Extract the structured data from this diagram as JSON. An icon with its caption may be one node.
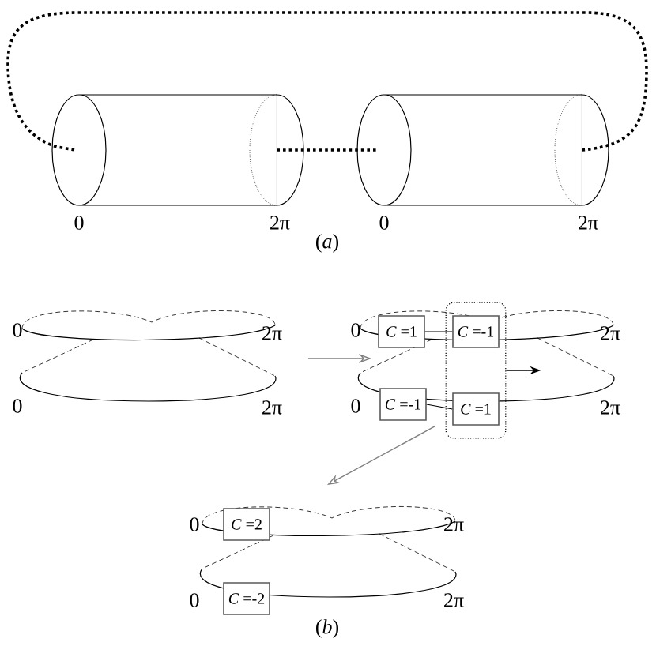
{
  "diagram": {
    "nodes": [
      {
        "text": [],
        "shape": "cylinder"
      },
      {
        "text": [],
        "shape": "cylinder"
      },
      {
        "text": [
          "*C* =1"
        ]
      },
      {
        "text": [],
        "shape": "box"
      },
      {
        "text": [
          "*C* =-1"
        ],
        "in": 3
      },
      {
        "text": [
          "*C* =-1"
        ]
      },
      {
        "text": [
          "*C* =1"
        ],
        "in": 3
      },
      {
        "text": [
          "*C* =2"
        ]
      },
      {
        "text": [
          "*C* =-2"
        ]
      }
    ],
    "edges": [
      {
        "from": 0,
        "to": 1,
        "arrow": "none",
        "style": "dashed"
      },
      {
        "from": 1,
        "to": 0,
        "arrow": "none",
        "style": "dashed"
      },
      {
        "from": 2,
        "to": 4,
        "arrow": "none"
      },
      {
        "from": 5,
        "to": 6,
        "arrow": "none"
      },
      {
        "from": 3,
        "to": null,
        "arrow": "to"
      }
    ],
    "labels": [
      "0",
      "2π",
      "0",
      "2π",
      "(*a*)",
      "0",
      "2π",
      "0",
      "2π",
      "0",
      "2π",
      "0",
      "2π",
      "0",
      "2π",
      "0",
      "2π",
      "(*b*)"
    ]
  }
}
